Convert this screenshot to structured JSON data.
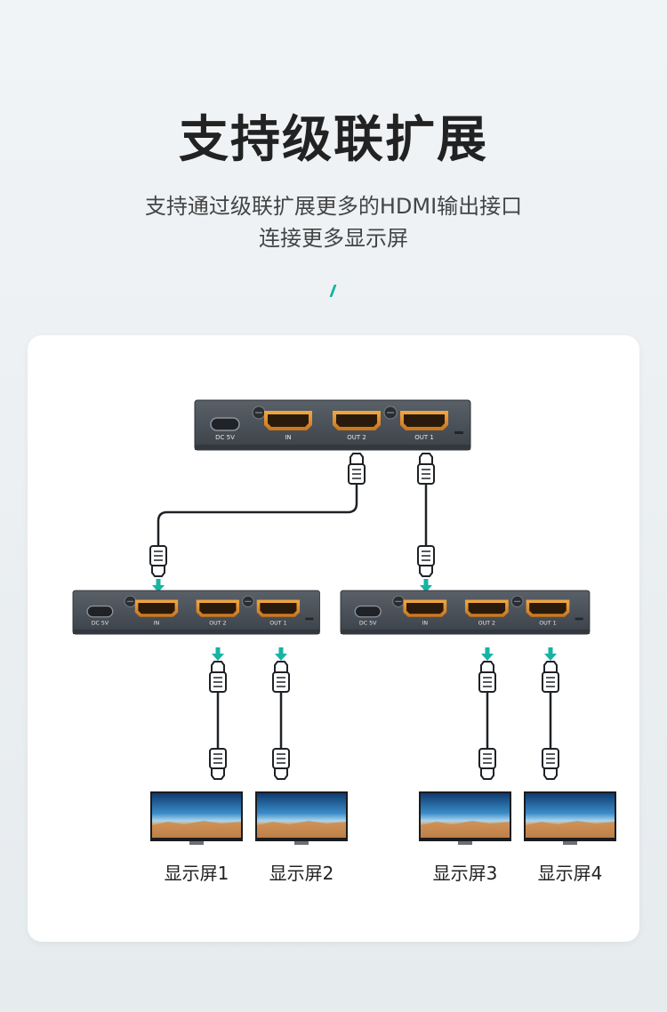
{
  "title": "支持级联扩展",
  "subtitle_line1": "支持通过级联扩展更多的HDMI输出接口",
  "subtitle_line2": "连接更多显示屏",
  "device_labels": {
    "power": "DC 5V",
    "in": "IN",
    "out2": "OUT 2",
    "out1": "OUT 1"
  },
  "screens": [
    "显示屏1",
    "显示屏2",
    "显示屏3",
    "显示屏4"
  ],
  "colors": {
    "accent": "#17b3a3",
    "device_body": "#4a5058",
    "hdmi_port": "#e0922f"
  }
}
